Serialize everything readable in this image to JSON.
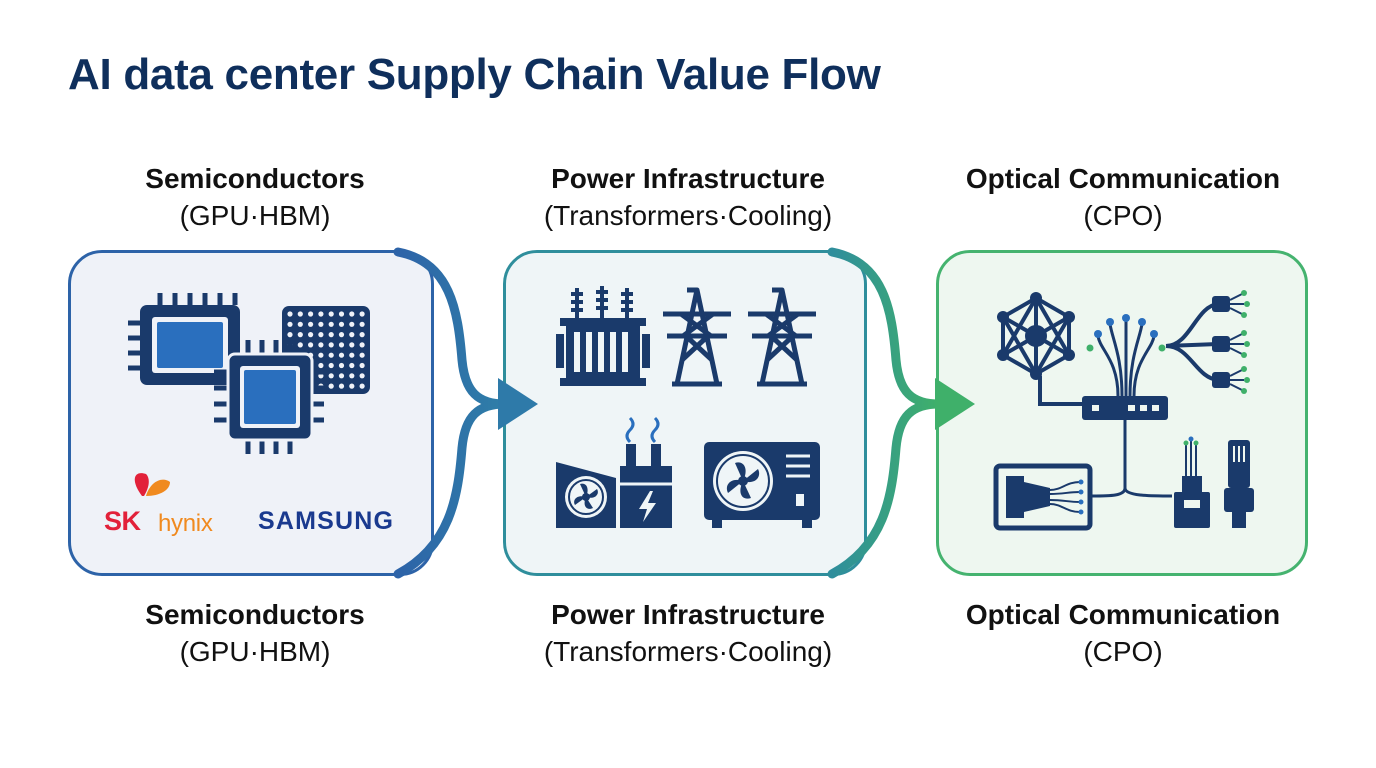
{
  "title": "AI data center Supply Chain Value Flow",
  "stages": [
    {
      "name": "Semiconductors",
      "sub": "(GPU·HBM)",
      "brands": [
        {
          "text_sk": "SK",
          "text_hynix": "hynix",
          "colors": [
            "#e2213a",
            "#f08a1f"
          ]
        },
        {
          "text": "SAMSUNG",
          "color": "#1a3a8f"
        }
      ],
      "icons": [
        "gpu-chip-icon",
        "hbm-chip-icon",
        "memory-package-icon"
      ]
    },
    {
      "name": "Power Infrastructure",
      "sub": "(Transformers·Cooling)",
      "icons": [
        "transformer-icon",
        "transmission-tower-icon",
        "transmission-tower-icon",
        "power-plant-cooling-icon",
        "cooling-unit-icon"
      ]
    },
    {
      "name": "Optical Communication",
      "sub": "(CPO)",
      "icons": [
        "optical-network-hub-icon",
        "fiber-bundle-icon",
        "fiber-splitter-icon",
        "network-switch-icon",
        "optical-module-icon",
        "fiber-connector-icon",
        "ethernet-connector-icon"
      ]
    }
  ],
  "colors": {
    "title": "#0f2f5c",
    "icon": "#1a3a6b",
    "stage1": "#2d63a8",
    "stage2": "#2f8e9c",
    "stage3": "#45b36f"
  }
}
